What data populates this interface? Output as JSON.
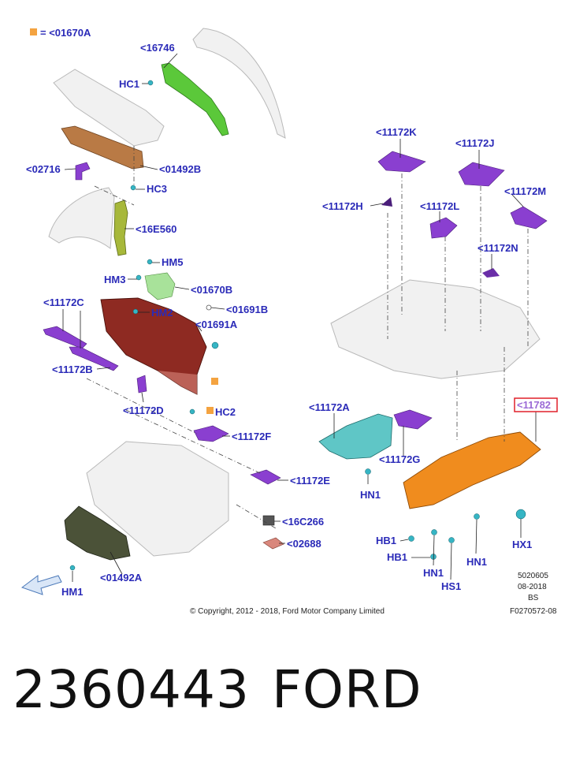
{
  "legend": {
    "swatch_color": "#f4a340",
    "text": "= <01670A"
  },
  "labels": {
    "l16746": "<16746",
    "hc1": "HC1",
    "l01492B": "<01492B",
    "l02716": "<02716",
    "hc3": "HC3",
    "l16E560": "<16E560",
    "hm5": "HM5",
    "hm3": "HM3",
    "l01670B": "<01670B",
    "l11172C": "<11172C",
    "hm2": "HM2",
    "l01691B": "<01691B",
    "l01691A": "<01691A",
    "l11172B": "<11172B",
    "l11172D": "<11172D",
    "hc2": "HC2",
    "l11172F": "<11172F",
    "l11172E": "<11172E",
    "l16C266": "<16C266",
    "l02688": "<02688",
    "l01492A": "<01492A",
    "hm1": "HM1",
    "l11172K": "<11172K",
    "l11172J": "<11172J",
    "l11172H": "<11172H",
    "l11172L": "<11172L",
    "l11172M": "<11172M",
    "l11172N": "<11172N",
    "l11172A": "<11172A",
    "l11782": "<11782",
    "l11172G": "<11172G",
    "hn1a": "HN1",
    "hb1a": "HB1",
    "hb1b": "HB1",
    "hn1b": "HN1",
    "hs1": "HS1",
    "hn1c": "HN1",
    "hx1": "HX1"
  },
  "footer": {
    "code1": "5020605",
    "date": "08-2018",
    "bs": "BS",
    "ref": "F0270572-08",
    "copyright": "© Copyright, 2012 - 2018, Ford Motor Company Limited"
  },
  "caption": {
    "part_number": "2360443",
    "brand": "FORD"
  },
  "colors": {
    "label_blue": "#2a2ab8",
    "highlight_red": "#e0202a",
    "green_part": "#5bc83a",
    "brown_part": "#b97a45",
    "purple_part": "#8a3fd0",
    "red_bulkhead": "#8e2a22",
    "orange_shield": "#f08c1e",
    "teal_part": "#5fc6c6",
    "olive_part": "#a7b83a"
  }
}
